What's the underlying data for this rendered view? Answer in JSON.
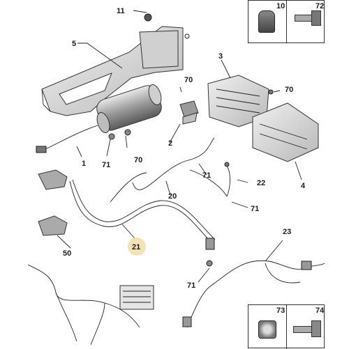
{
  "diagram": {
    "callouts": {
      "c11": "11",
      "c5": "5",
      "c3": "3",
      "c70a": "70",
      "c70b": "70",
      "c70c": "70",
      "c2": "2",
      "c1": "1",
      "c71a": "71",
      "c71b": "71",
      "c71c": "71",
      "c71d": "71",
      "c20": "20",
      "c22": "22",
      "c4": "4",
      "c23": "23",
      "c21": "21",
      "c50": "50"
    },
    "highlight_color": "#f3e2b3",
    "insets": {
      "top": {
        "left": "10",
        "right": "72"
      },
      "bottom": {
        "left": "73",
        "right": "74"
      }
    }
  }
}
